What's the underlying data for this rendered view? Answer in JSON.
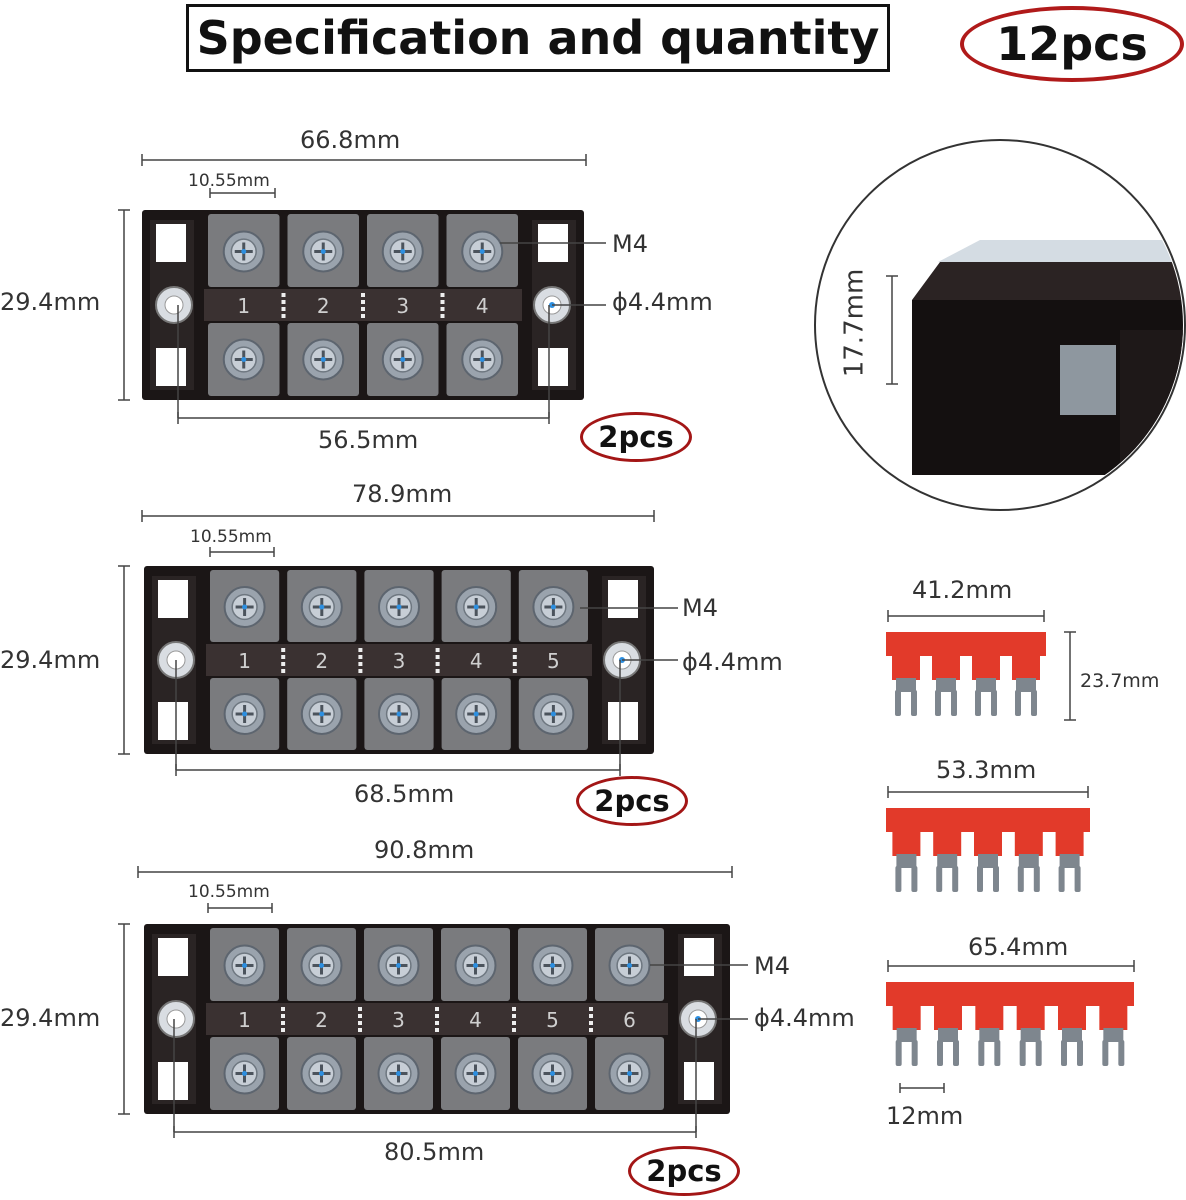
{
  "header": {
    "title": "Specification and quantity",
    "total_qty": "12pcs"
  },
  "blocks": [
    {
      "width": "66.8mm",
      "pitch": "10.55mm",
      "height": "29.4mm",
      "screw": "M4",
      "hole": "ϕ4.4mm",
      "hole_spacing": "56.5mm",
      "qty": "2pcs",
      "terminals": [
        "1",
        "2",
        "3",
        "4"
      ]
    },
    {
      "width": "78.9mm",
      "pitch": "10.55mm",
      "height": "29.4mm",
      "screw": "M4",
      "hole": "ϕ4.4mm",
      "hole_spacing": "68.5mm",
      "qty": "2pcs",
      "terminals": [
        "1",
        "2",
        "3",
        "4",
        "5"
      ]
    },
    {
      "width": "90.8mm",
      "pitch": "10.55mm",
      "height": "29.4mm",
      "screw": "M4",
      "hole": "ϕ4.4mm",
      "hole_spacing": "80.5mm",
      "qty": "2pcs",
      "terminals": [
        "1",
        "2",
        "3",
        "4",
        "5",
        "6"
      ]
    }
  ],
  "side_height": "17.7mm",
  "jumpers": [
    {
      "width": "41.2mm",
      "height": "23.7mm",
      "prongs": 4
    },
    {
      "width": "53.3mm",
      "prongs": 5
    },
    {
      "width": "65.4mm",
      "pitch": "12mm",
      "prongs": 6
    }
  ],
  "colors": {
    "oval": "#b01a1a",
    "block": "#1b1616",
    "jumper": "#e23a2a"
  }
}
